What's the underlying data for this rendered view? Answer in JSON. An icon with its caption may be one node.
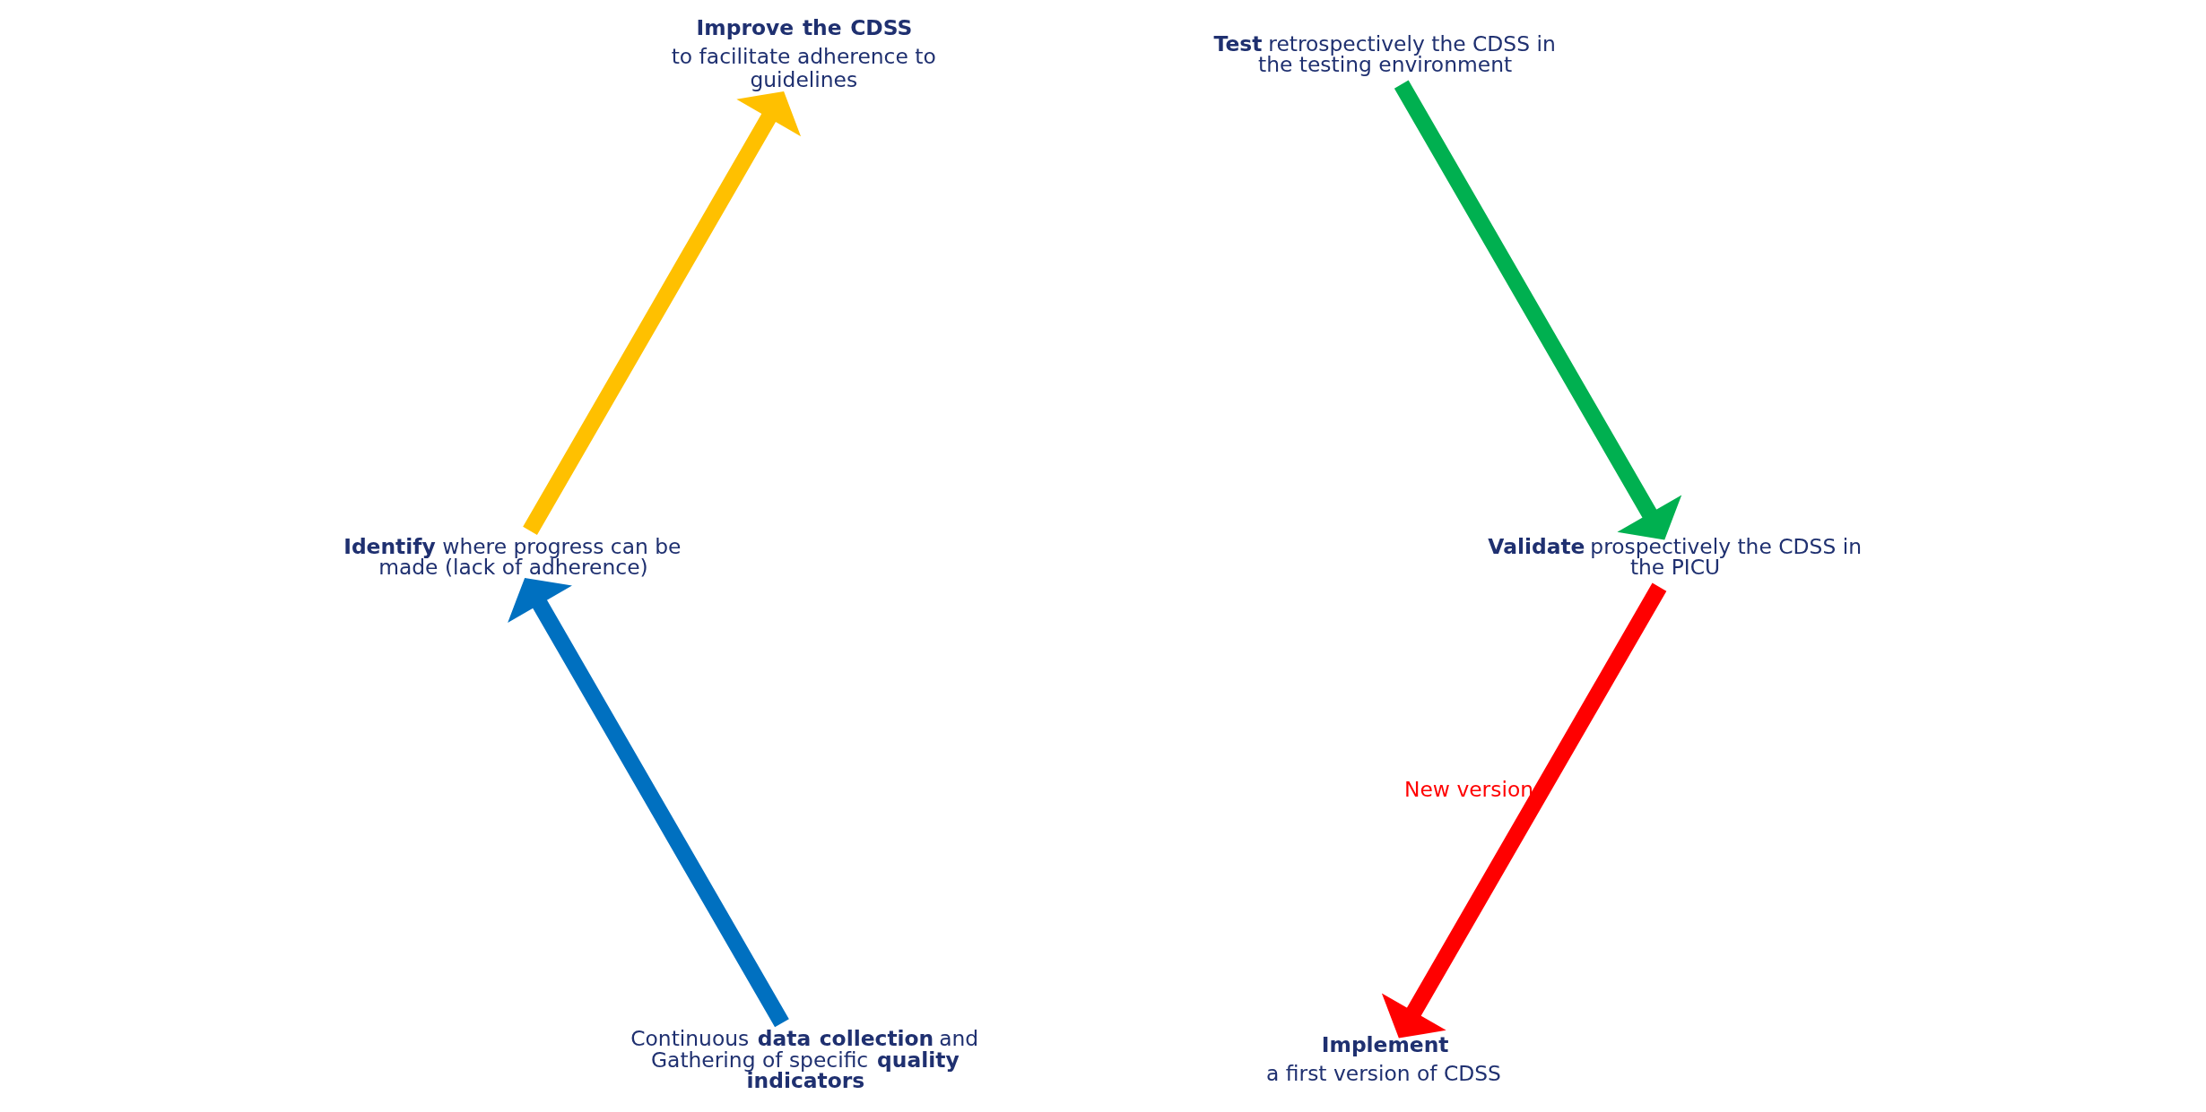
{
  "diagram": {
    "nodes": [
      {
        "text": [
          "**Implement**",
          "a first version of CDSS"
        ]
      },
      {
        "text": [
          "Continuous **data collection** and Gathering of specific **quality indicators**"
        ]
      },
      {
        "text": [
          "**Identify** where progress can be made (lack of adherence)"
        ]
      },
      {
        "text": [
          "**Improve the CDSS**",
          "to facilitate adherence to guidelines"
        ]
      },
      {
        "text": [
          "**Test** retrospectively the CDSS in the testing environment"
        ]
      },
      {
        "text": [
          "**Validate** prospectively the CDSS in the PICU"
        ]
      }
    ],
    "edges": [
      {
        "from": 5,
        "to": 0,
        "arrow": "to",
        "label": "New version",
        "color": "#ff0000"
      },
      {
        "from": 1,
        "to": 2,
        "arrow": "to",
        "color": "#0070c0"
      },
      {
        "from": 2,
        "to": 3,
        "arrow": "to",
        "color": "#ffc000"
      },
      {
        "from": 4,
        "to": 5,
        "arrow": "to",
        "color": "#00b050"
      }
    ]
  }
}
